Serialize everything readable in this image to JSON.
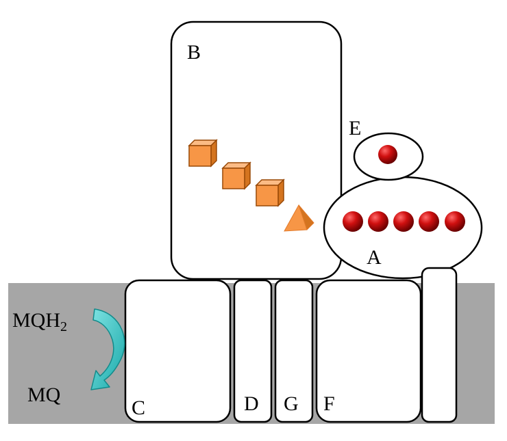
{
  "diagram": {
    "labels": {
      "A": "A",
      "B": "B",
      "C": "C",
      "D": "D",
      "E": "E",
      "F": "F",
      "G": "G"
    },
    "reaction": {
      "substrate": "MQH",
      "substrate_subscript": "2",
      "product": "MQ"
    },
    "colors": {
      "membrane": "#a6a6a6",
      "cube": "#f79646",
      "cube_stroke": "#984806",
      "sphere": "#c00000",
      "arrow": "#33cccc"
    },
    "counts": {
      "cubes_in_B": 3,
      "pyramids_in_B": 1,
      "spheres_in_A": 5,
      "spheres_in_E": 1
    }
  }
}
